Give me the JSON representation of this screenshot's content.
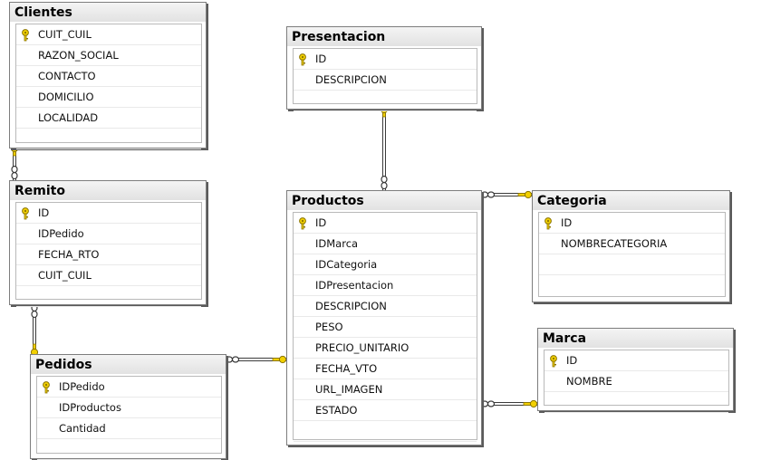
{
  "colors": {
    "connector": "#3b3b3b",
    "key": "#f2d000"
  },
  "tables": [
    {
      "id": "clientes",
      "title": "Clientes",
      "columns": [
        {
          "name": "CUIT_CUIL",
          "pk": true
        },
        {
          "name": "RAZON_SOCIAL"
        },
        {
          "name": "CONTACTO"
        },
        {
          "name": "DOMICILIO"
        },
        {
          "name": "LOCALIDAD"
        }
      ]
    },
    {
      "id": "remito",
      "title": "Remito",
      "columns": [
        {
          "name": "ID",
          "pk": true
        },
        {
          "name": "IDPedido"
        },
        {
          "name": "FECHA_RTO"
        },
        {
          "name": "CUIT_CUIL"
        }
      ]
    },
    {
      "id": "pedidos",
      "title": "Pedidos",
      "columns": [
        {
          "name": "IDPedido",
          "pk": true
        },
        {
          "name": "IDProductos"
        },
        {
          "name": "Cantidad"
        }
      ]
    },
    {
      "id": "presentacion",
      "title": "Presentacion",
      "columns": [
        {
          "name": "ID",
          "pk": true
        },
        {
          "name": "DESCRIPCION"
        }
      ]
    },
    {
      "id": "productos",
      "title": "Productos",
      "columns": [
        {
          "name": "ID",
          "pk": true
        },
        {
          "name": "IDMarca"
        },
        {
          "name": "IDCategoria"
        },
        {
          "name": "IDPresentacion"
        },
        {
          "name": "DESCRIPCION"
        },
        {
          "name": "PESO"
        },
        {
          "name": "PRECIO_UNITARIO"
        },
        {
          "name": "FECHA_VTO"
        },
        {
          "name": "URL_IMAGEN"
        },
        {
          "name": "ESTADO"
        }
      ]
    },
    {
      "id": "categoria",
      "title": "Categoria",
      "columns": [
        {
          "name": "ID",
          "pk": true
        },
        {
          "name": "NOMBRECATEGORIA"
        }
      ]
    },
    {
      "id": "marca",
      "title": "Marca",
      "columns": [
        {
          "name": "ID",
          "pk": true
        },
        {
          "name": "NOMBRE"
        }
      ]
    }
  ],
  "relationships": [
    {
      "from": "remito",
      "to": "clientes",
      "one_end": "clientes",
      "many_end": "remito"
    },
    {
      "from": "remito",
      "to": "pedidos",
      "one_end": "pedidos",
      "many_end": "remito"
    },
    {
      "from": "pedidos",
      "to": "productos",
      "one_end": "productos",
      "many_end": "pedidos"
    },
    {
      "from": "productos",
      "to": "presentacion",
      "one_end": "presentacion",
      "many_end": "productos"
    },
    {
      "from": "productos",
      "to": "categoria",
      "one_end": "categoria",
      "many_end": "productos"
    },
    {
      "from": "productos",
      "to": "marca",
      "one_end": "marca",
      "many_end": "productos"
    }
  ]
}
